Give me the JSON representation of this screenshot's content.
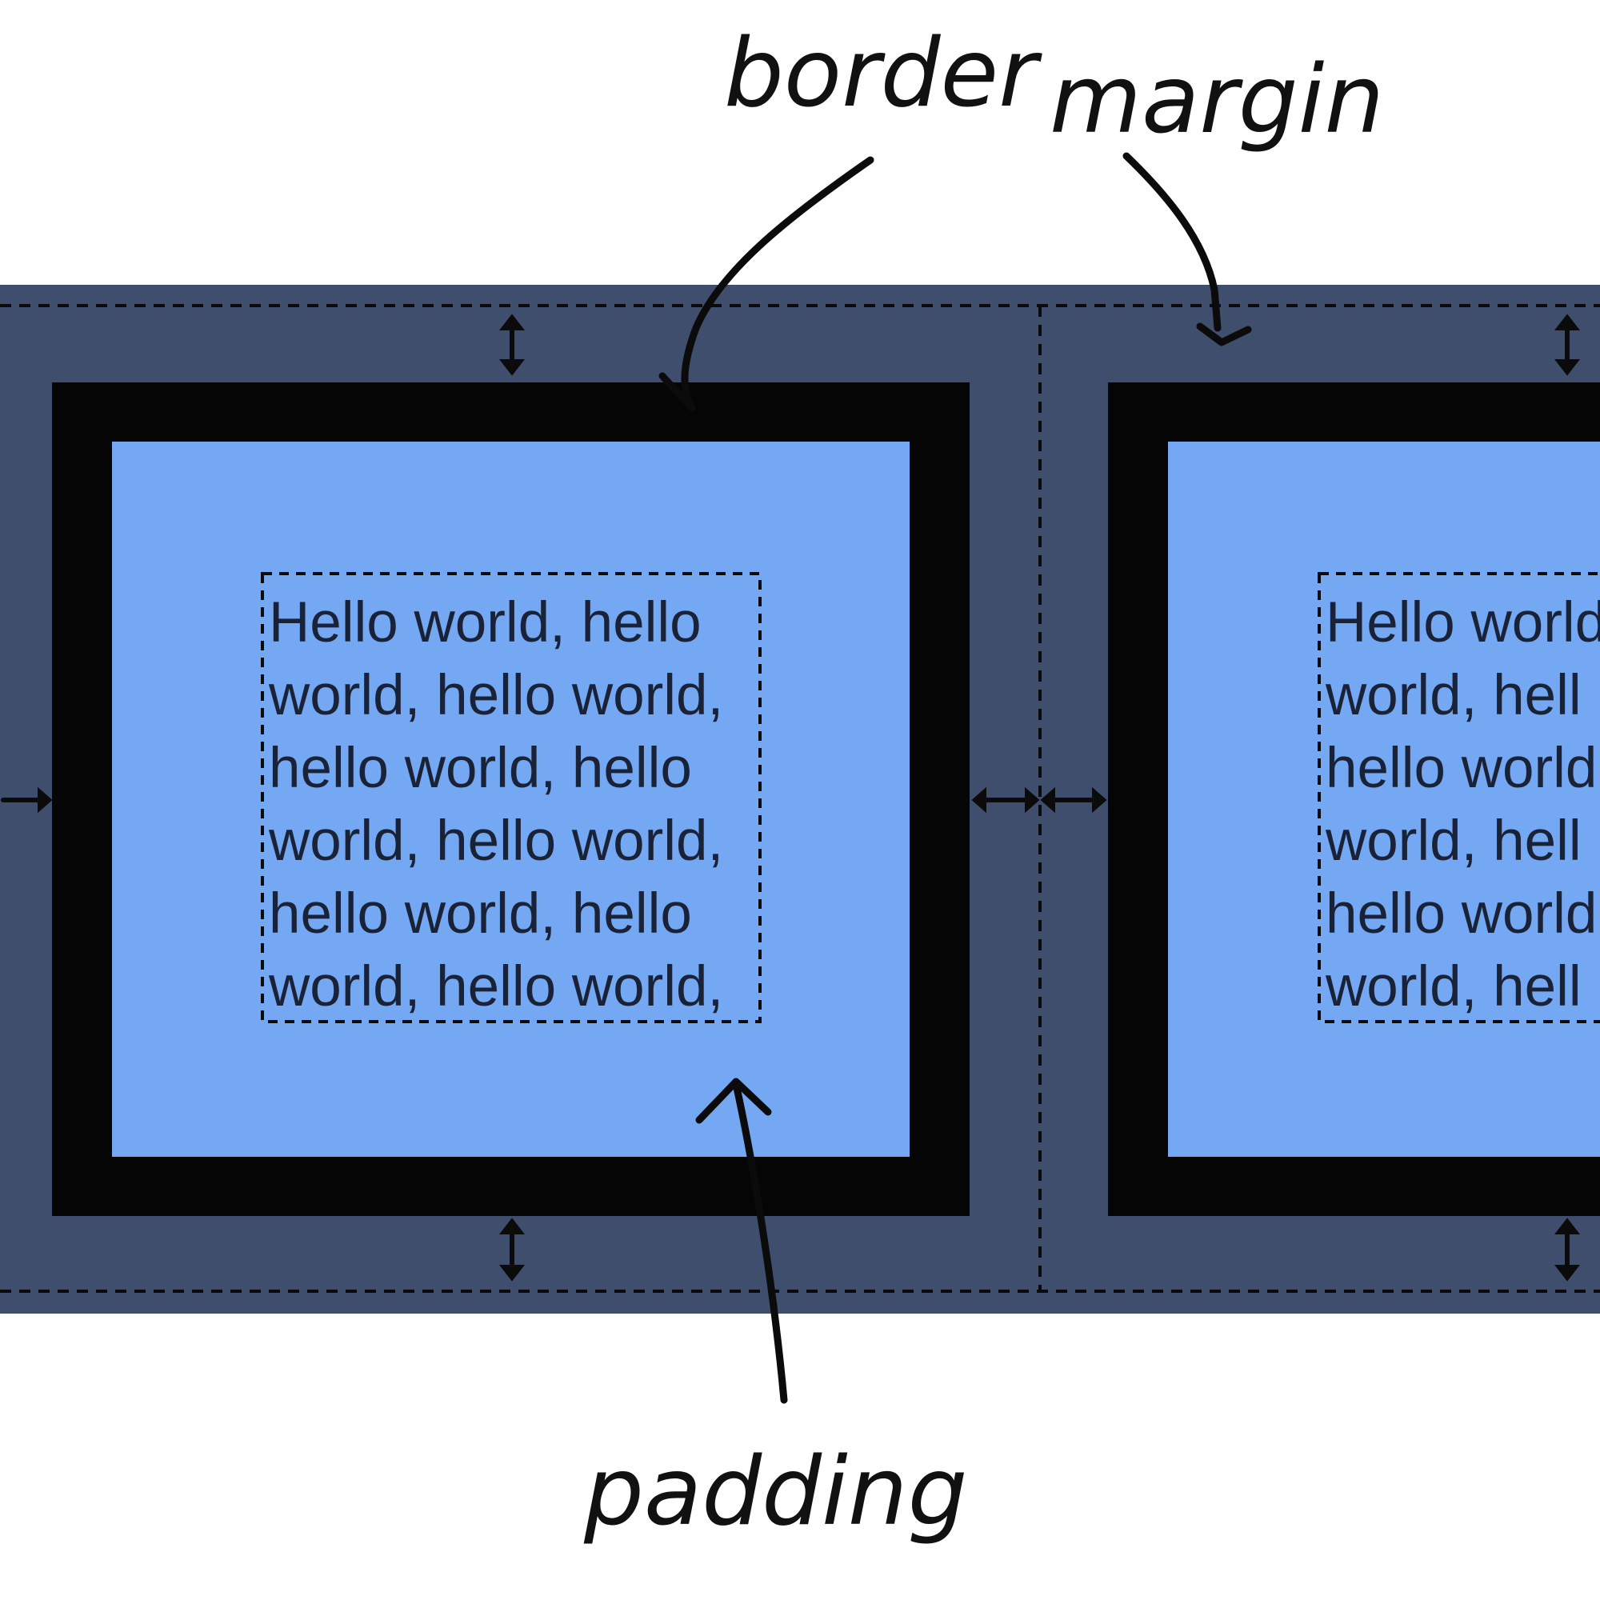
{
  "annotations": {
    "border": "border",
    "margin": "margin",
    "padding": "padding"
  },
  "boxes": [
    {
      "name": "box-left",
      "lines": [
        "Hello world, hello",
        "world, hello world,",
        "hello world, hello",
        "world, hello world,",
        "hello world, hello",
        "world, hello world,"
      ]
    },
    {
      "name": "box-right",
      "lines": [
        "Hello world",
        "world, hell",
        "hello world",
        "world, hell",
        "hello world",
        "world, hell"
      ]
    }
  ],
  "colors": {
    "margin_area": "#3f4e6c",
    "border": "#050505",
    "padding_area": "#74a8f2",
    "content_text": "#1a2238"
  }
}
